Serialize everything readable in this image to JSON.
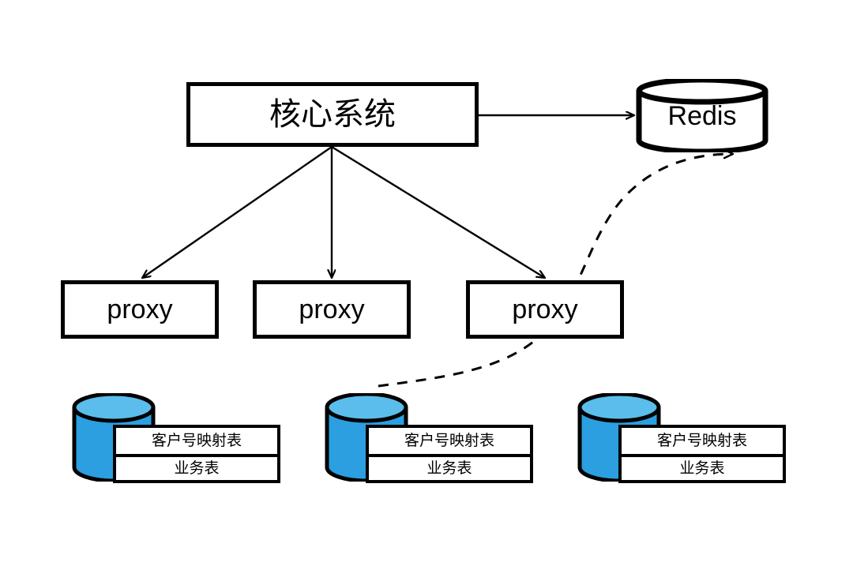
{
  "diagram": {
    "title": "Core system sharding proxy architecture",
    "background_color": "#ffffff",
    "stroke_color": "#000000",
    "cylinder_body_color": "#2B9FE0",
    "cylinder_top_color": "#5BBDEB"
  },
  "core": {
    "label": "核心系统"
  },
  "cache": {
    "label": "Redis",
    "shape": "cylinder"
  },
  "proxies": [
    {
      "label": "proxy"
    },
    {
      "label": "proxy"
    },
    {
      "label": "proxy"
    }
  ],
  "databases": [
    {
      "shape": "cylinder",
      "tables": [
        {
          "label": "客户号映射表"
        },
        {
          "label": "业务表"
        }
      ]
    },
    {
      "shape": "cylinder",
      "tables": [
        {
          "label": "客户号映射表"
        },
        {
          "label": "业务表"
        }
      ]
    },
    {
      "shape": "cylinder",
      "tables": [
        {
          "label": "客户号映射表"
        },
        {
          "label": "业务表"
        }
      ]
    }
  ],
  "edges": [
    {
      "from": "core",
      "to": "cache",
      "style": "solid",
      "arrow": "end"
    },
    {
      "from": "core",
      "to": "proxy-1",
      "style": "solid",
      "arrow": "end"
    },
    {
      "from": "core",
      "to": "proxy-2",
      "style": "solid",
      "arrow": "end"
    },
    {
      "from": "core",
      "to": "proxy-3",
      "style": "solid",
      "arrow": "end"
    },
    {
      "from": "database-2",
      "to": "cache",
      "style": "dashed",
      "arrow": "end"
    }
  ]
}
